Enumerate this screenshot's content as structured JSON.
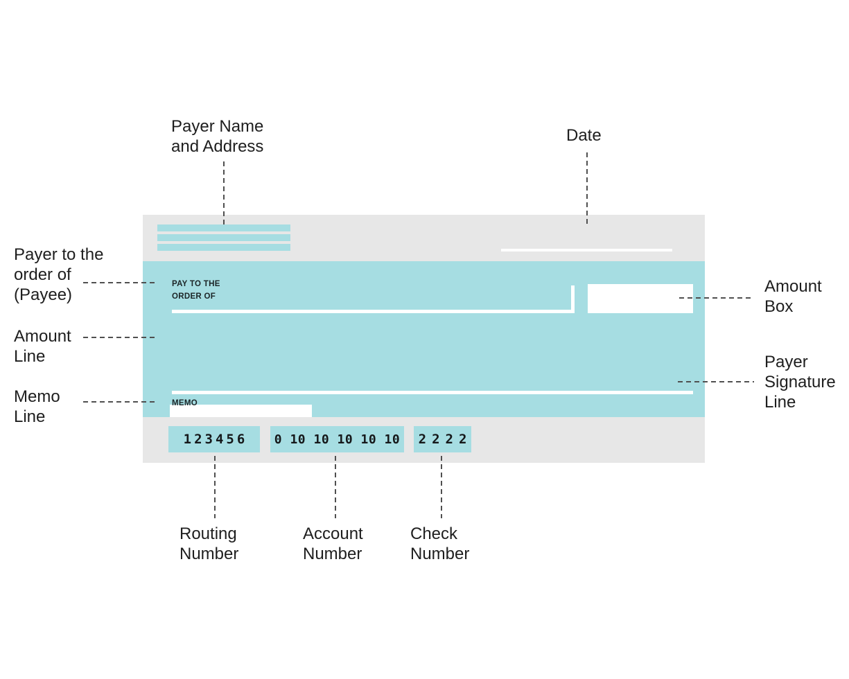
{
  "annotations": {
    "payer_name_address": "Payer Name\nand Address",
    "date": "Date",
    "payee": "Payer to the\norder of\n(Payee)",
    "amount_line": "Amount\nLine",
    "memo_line": "Memo\nLine",
    "amount_box": "Amount\nBox",
    "payer_signature": "Payer\nSignature\nLine",
    "routing_number": "Routing\nNumber",
    "account_number": "Account\nNumber",
    "check_number": "Check\nNumber"
  },
  "check": {
    "pay_to_label": "PAY TO THE\nORDER OF",
    "memo_label": "MEMO",
    "micr_routing": "123456",
    "micr_account": "0 10 10 10 10 10",
    "micr_check": "2222"
  },
  "colors": {
    "check_teal": "#a6dde2",
    "check_gray": "#e7e7e7",
    "ink": "#1e1e1e",
    "leader_line": "#4f4f4f",
    "micr_ink": "#15181a",
    "field_white": "#ffffff"
  }
}
